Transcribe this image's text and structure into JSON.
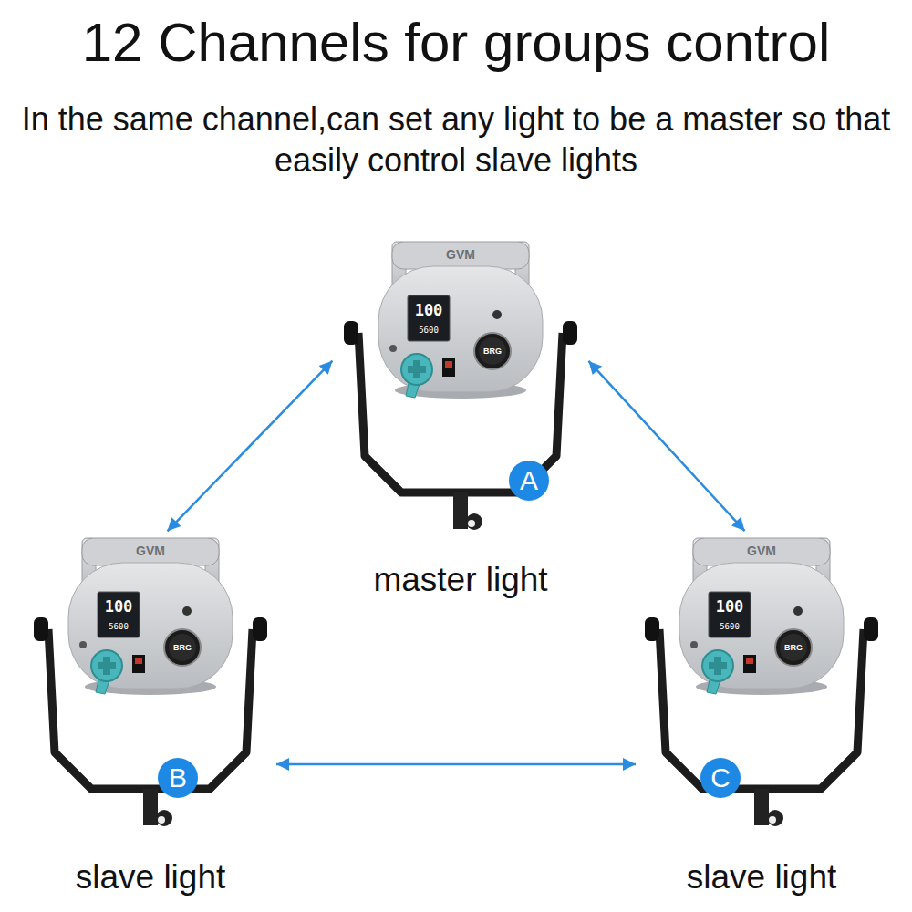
{
  "diagram": {
    "title": "12 Channels for groups control",
    "nodes": [
      {
        "text": [
          "A",
          "master light"
        ]
      },
      {
        "text": [
          "B",
          "slave light"
        ]
      },
      {
        "text": [
          "C",
          "slave light"
        ]
      }
    ],
    "edges": [
      {
        "from": 0,
        "to": 1,
        "arrow": "both"
      },
      {
        "from": 0,
        "to": 2,
        "arrow": "both"
      },
      {
        "from": 1,
        "to": 2,
        "arrow": "both"
      }
    ],
    "labels": [
      "In the same channel,can set any light to be a master so that easily control slave lights",
      "GVM",
      "100",
      "5600",
      "BRG",
      "GVM",
      "100",
      "5600",
      "BRG",
      "GVM",
      "100",
      "5600",
      "BRG"
    ]
  }
}
